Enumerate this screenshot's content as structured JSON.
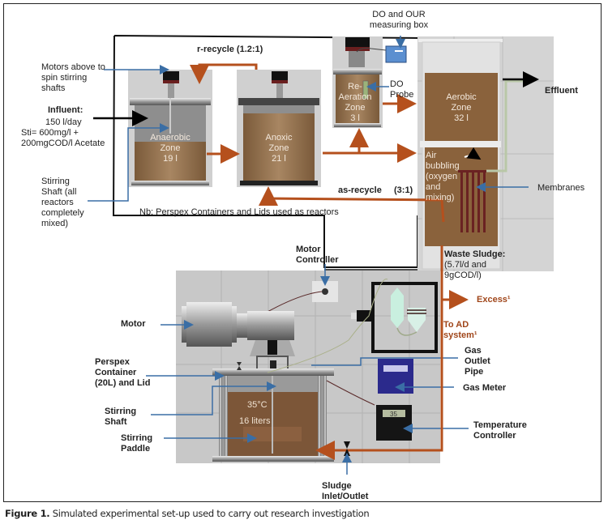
{
  "figure": {
    "caption_label": "Figure 1.",
    "caption_text": " Simulated experimental set-up used to carry out research investigation"
  },
  "top_system": {
    "labels": {
      "motors": "Motors above to spin stirring shafts",
      "influent_title": "Influent:",
      "influent_rate": "150 l/day",
      "influent_comp1": "Sti= 600mg/l +",
      "influent_comp2": "200mgCOD/l Acetate",
      "stirring_shaft": "Stirring Shaft (all reactors completely mixed)",
      "r_recycle": "r-recycle (1.2:1)",
      "as_recycle": "as-recycle",
      "as_recycle_ratio": "(3:1)",
      "nb_note": "Nb: Perspex Containers and Lids used as reactors",
      "do_our_box": "DO and OUR measuring box",
      "do_probe": "DO Probe",
      "effluent": "Effluent",
      "membranes": "Membranes",
      "waste_sludge_title": "Waste Sludge:",
      "waste_sludge_detail1": "(5.7l/d and",
      "waste_sludge_detail2": "9gCOD/l)"
    },
    "reactors": [
      {
        "name": "Anaerobic",
        "zone": "Zone",
        "volume": "19 l"
      },
      {
        "name": "Anoxic",
        "zone": "Zone",
        "volume": "21 l"
      },
      {
        "name": "Re-",
        "name2": "Aeration",
        "zone": "Zone",
        "volume": "3 l"
      },
      {
        "name": "Aerobic",
        "zone": "Zone",
        "volume": "32 l"
      }
    ],
    "air_bubbling": [
      "Air",
      "bubbling",
      "(oxygen",
      "and",
      "mixing)"
    ]
  },
  "bottom_system": {
    "labels": {
      "motor_controller": "Motor Controller",
      "motor": "Motor",
      "perspex_container": "Perspex Container (20L) and Lid",
      "stirring_shaft": "Stirring Shaft",
      "stirring_paddle": "Stirring Paddle",
      "sludge_io": "Sludge Inlet/Outlet",
      "gas_outlet_pipe": "Gas Outlet Pipe",
      "gas_meter": "Gas Meter",
      "temperature_controller": "Temperature Controller",
      "excess": "Excess¹",
      "to_ad_1": "To AD",
      "to_ad_2": "system¹"
    },
    "digester": {
      "temperature": "35°C",
      "volume": "16 liters"
    },
    "temp_display": "35"
  },
  "colors": {
    "recycle": "#b5501d",
    "pointer": "#3a6ea5",
    "sludge": "#8a623c",
    "panel": "#c8c8c8"
  }
}
